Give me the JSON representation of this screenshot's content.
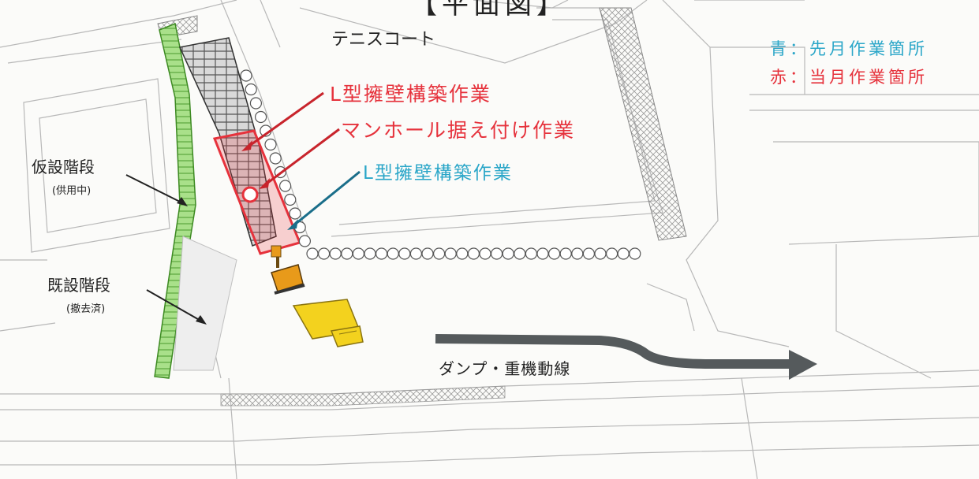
{
  "title": "【平面図】",
  "site": {
    "tennis_court": "テニスコート"
  },
  "legend": {
    "blue": "青：先月作業箇所",
    "red": "赤：当月作業箇所"
  },
  "annotations": {
    "current_l_wall": "L型擁壁構築作業",
    "manhole": "マンホール据え付け作業",
    "previous_l_wall": "L型擁壁構築作業",
    "temp_stairs": "仮設階段",
    "temp_stairs_note": "(供用中)",
    "existing_stairs": "既設階段",
    "existing_stairs_note": "(撤去済)",
    "dump_route": "ダンプ・重機動線"
  },
  "colors": {
    "current_month": "#e6323c",
    "previous_month": "#2aa6c8",
    "route_arrow": "#555a5c",
    "temp_stairs": "#8fd46a",
    "dump_truck": "#f3d21e",
    "excavator": "#e89a1a"
  }
}
